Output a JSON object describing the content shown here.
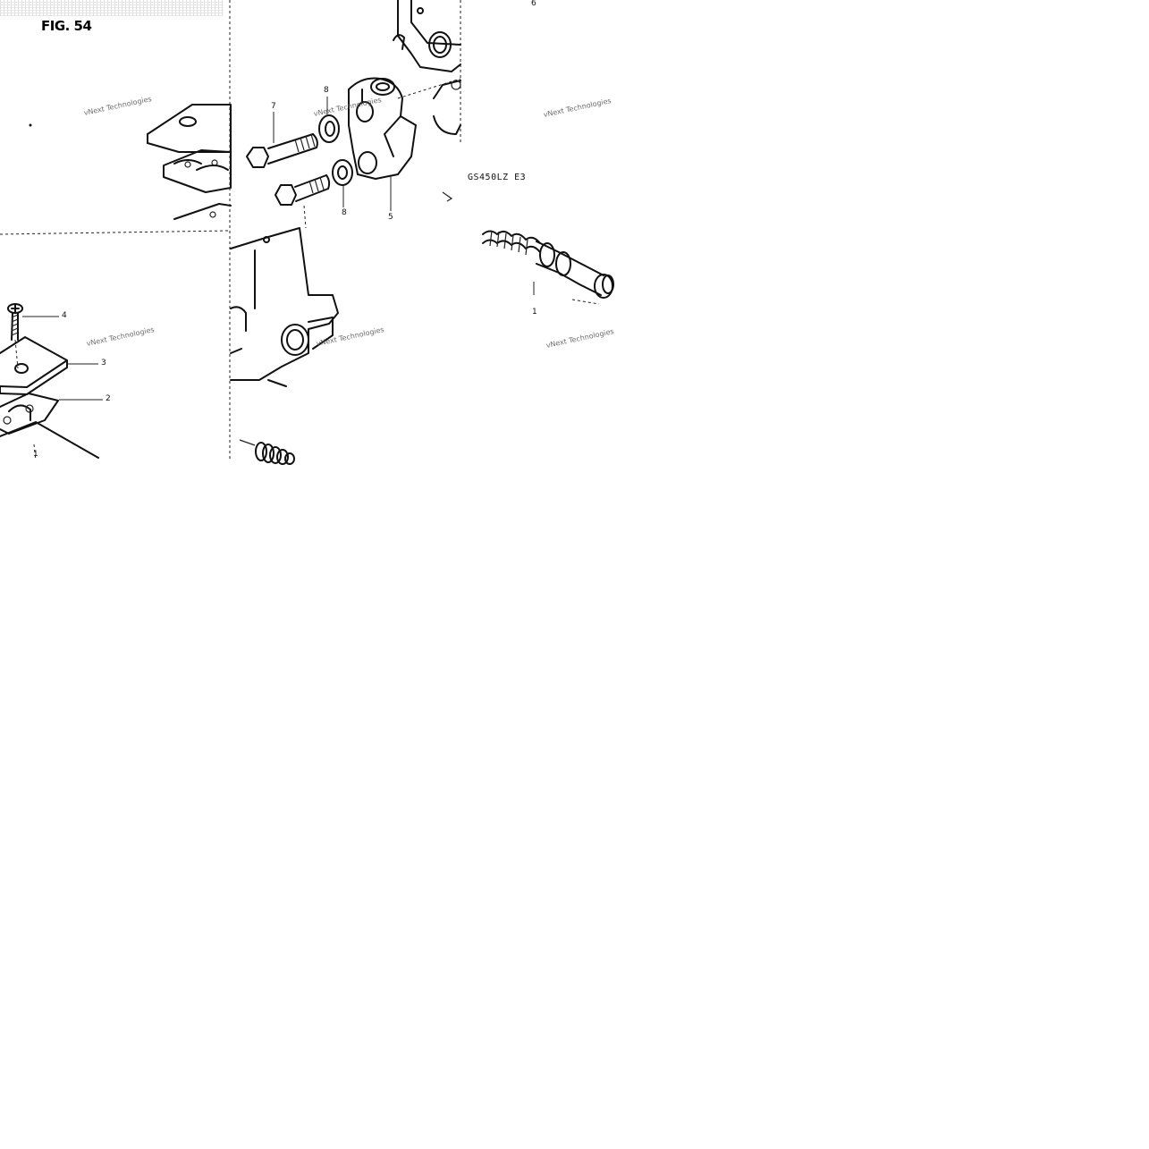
{
  "figure": {
    "label": "FIG. 54",
    "model_code": "GS450LZ E3"
  },
  "callouts": {
    "c1_left": "1",
    "c2": "2",
    "c3": "3",
    "c4": "4",
    "c5": "5",
    "c6": "6",
    "c7": "7",
    "c8_top": "8",
    "c8_bottom": "8",
    "c1_right": "1"
  },
  "watermark": {
    "text": "vNext Technologies"
  },
  "colors": {
    "ink": "#111111",
    "background": "#ffffff"
  }
}
